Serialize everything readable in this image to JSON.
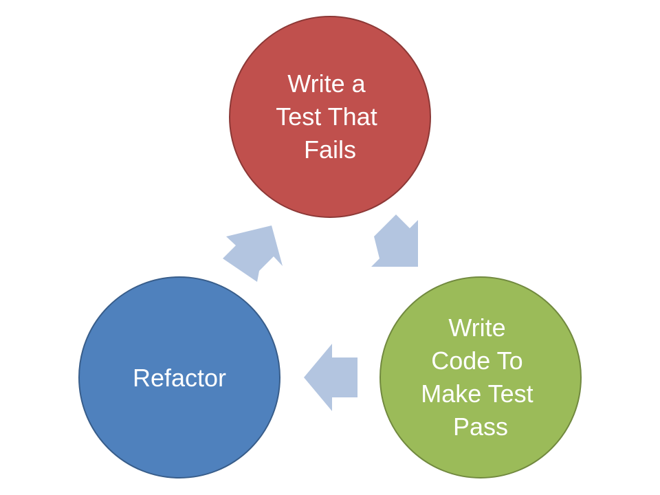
{
  "diagram": {
    "nodes": [
      {
        "id": "write-failing-test",
        "label_lines": [
          "Write a",
          "Test That",
          "Fails"
        ],
        "fill": "#c0504d",
        "stroke": "#8c3836"
      },
      {
        "id": "write-code",
        "label_lines": [
          "Write",
          "Code To",
          "Make Test",
          "Pass"
        ],
        "fill": "#9bbb59",
        "stroke": "#71893f"
      },
      {
        "id": "refactor",
        "label_lines": [
          "Refactor"
        ],
        "fill": "#4f81bd",
        "stroke": "#385d8a"
      }
    ],
    "arrows": [
      {
        "from": "write-failing-test",
        "to": "write-code"
      },
      {
        "from": "write-code",
        "to": "refactor"
      },
      {
        "from": "refactor",
        "to": "write-failing-test"
      }
    ],
    "arrow_color": "#b3c5e0"
  }
}
